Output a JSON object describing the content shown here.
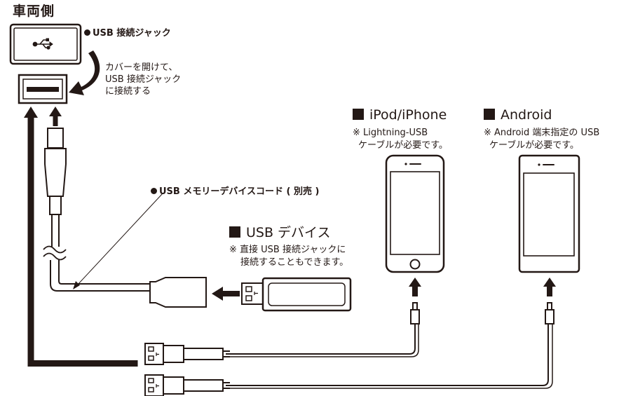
{
  "vehicle_side": {
    "title": "車両側"
  },
  "usb_jack": {
    "label": "USB 接続ジャック"
  },
  "open_cover_note": {
    "lines": [
      "カバーを開けて、",
      "USB 接続ジャック",
      "に接続する"
    ]
  },
  "memory_cord": {
    "label": "USB メモリーデバイスコード ( 別売 )"
  },
  "usb_device": {
    "heading": "USB デバイス",
    "notes": [
      "※ 直接 USB 接続ジャックに",
      "接続することもできます。"
    ]
  },
  "ipod": {
    "heading": "iPod/iPhone",
    "notes": [
      "※ Lightning-USB",
      "ケーブルが必要です。"
    ]
  },
  "android": {
    "heading": "Android",
    "notes": [
      "※ Android 端末指定の USB",
      "ケーブルが必要です。"
    ]
  },
  "colors": {
    "ink": "#231815",
    "background": "#ffffff"
  },
  "icons": [
    "usb-trident-icon",
    "curved-arrow-icon",
    "up-arrow-icon",
    "left-arrow-icon",
    "wave-break-icon"
  ]
}
